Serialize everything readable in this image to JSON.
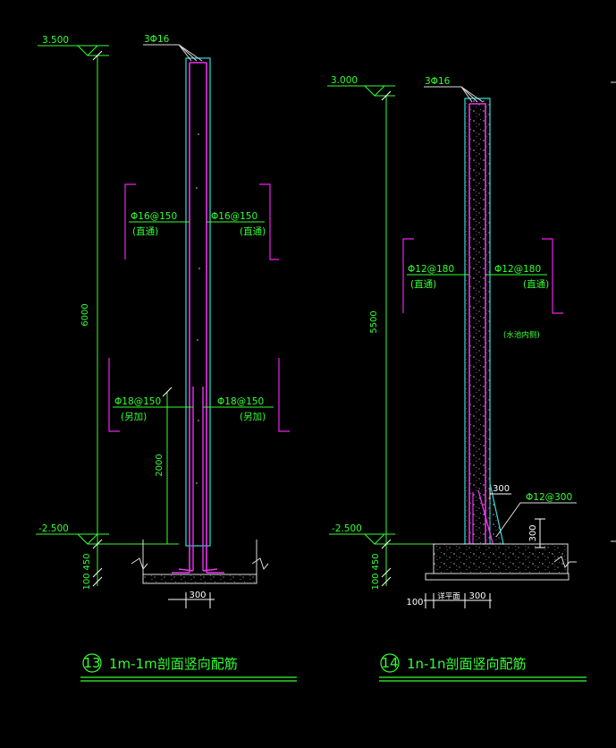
{
  "colors": {
    "background": "#000000",
    "annotation": "#33ff33",
    "title_text": "#33ff33",
    "bracket": "#ee22ee",
    "wall_outline": "#33dddd",
    "rebar": "#ee33ee",
    "leader": "#dddddd",
    "dim_line": "#ffffff"
  },
  "left_section": {
    "top_level": "3.500",
    "bottom_level": "-2.500",
    "top_bars": "3Φ16",
    "upper_left_bar": "Φ16@150",
    "upper_left_note": "(直通)",
    "upper_right_bar": "Φ16@150",
    "upper_right_note": "(直通)",
    "lower_left_bar": "Φ18@150",
    "lower_left_note": "(另加)",
    "lower_right_bar": "Φ18@150",
    "lower_right_note": "(另加)",
    "dim_height": "6000",
    "dim_added_bar": "2000",
    "dim_450": "450",
    "dim_100": "100",
    "dim_width": "300",
    "title_number": "13",
    "title": "1m-1m剖面竖向配筋"
  },
  "right_section": {
    "top_level": "3.000",
    "bottom_level": "-2.500",
    "top_bars": "3Φ16",
    "left_bar": "Φ12@180",
    "left_note": "(直通)",
    "right_bar": "Φ12@180",
    "right_note": "(直通)",
    "inner_note": "(水池内侧)",
    "haunch_dim": "300",
    "haunch_bar": "Φ12@300",
    "haunch_height": "300",
    "dim_height": "5500",
    "dim_450": "450",
    "dim_100": "100",
    "dim_bottom_left": "100",
    "dim_bottom_mid": "详平面",
    "dim_width": "300",
    "title_number": "14",
    "title": "1n-1n剖面竖向配筋"
  }
}
